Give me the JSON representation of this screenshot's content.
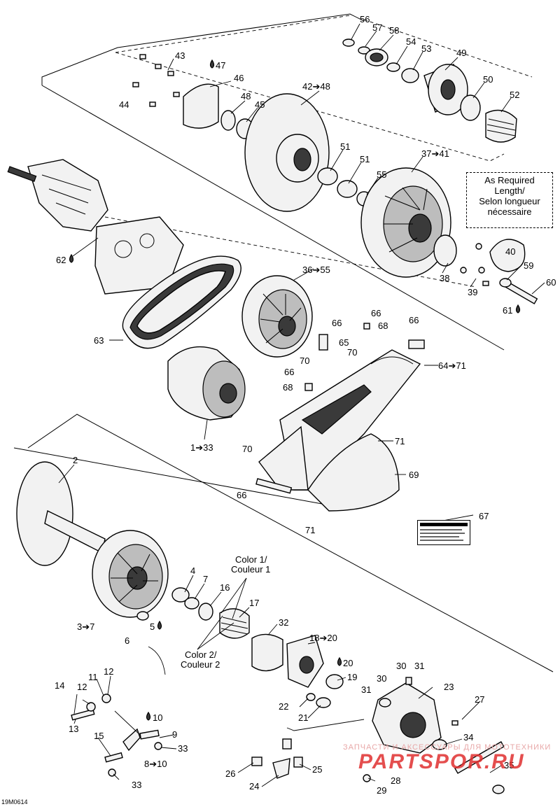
{
  "diagram": {
    "code": "19M0614",
    "note": [
      "As Required",
      "Length/",
      "Selon longueur",
      "nécessaire"
    ],
    "color1": [
      "Color 1/",
      "Couleur 1"
    ],
    "color2": [
      "Color 2/",
      "Couleur 2"
    ],
    "watermark_top": "ЗАПЧАСТИ И АКСЕССУАРЫ ДЛЯ МОТОТЕХНИКИ",
    "watermark_logo": "PARTSPOR.RU",
    "labels": {
      "l56": "56",
      "l57": "57",
      "l58": "58",
      "l54": "54",
      "l53": "53",
      "l49": "49",
      "l50": "50",
      "l52": "52",
      "l43": "43",
      "l47": "47",
      "l46": "46",
      "l44": "44",
      "l48": "48",
      "l45": "45",
      "l42": "42➔48",
      "l51a": "51",
      "l51b": "51",
      "l55": "55",
      "l37": "37➔41",
      "l41": "41",
      "l40": "40",
      "l59": "59",
      "l60": "60",
      "l38": "38",
      "l39": "39",
      "l61": "61",
      "l62": "62",
      "l36": "36➔55",
      "l63": "63",
      "l66a": "66",
      "l66b": "66",
      "l66c": "66",
      "l68a": "68",
      "l65": "65",
      "l70a": "70",
      "l70b": "70",
      "l64": "64➔71",
      "l66d": "66",
      "l68b": "68",
      "l1": "1➔33",
      "l70c": "70",
      "l71a": "71",
      "l69": "69",
      "l66e": "66",
      "l71b": "71",
      "l67": "67",
      "l2": "2",
      "l4": "4",
      "l7": "7",
      "l16": "16",
      "l17": "17",
      "l3": "3➔7",
      "l5": "5",
      "l6": "6",
      "l32": "32",
      "l18": "18➔20",
      "l20": "20",
      "l19": "19",
      "l30a": "30",
      "l31a": "31",
      "l23": "23",
      "l30b": "30",
      "l31b": "31",
      "l22": "22",
      "l21": "21",
      "l27": "27",
      "l14": "14",
      "l11": "11",
      "l12a": "12",
      "l12b": "12",
      "l13": "13",
      "l10": "10",
      "l9": "9",
      "l15": "15",
      "l33a": "33",
      "l8": "8➔10",
      "l33b": "33",
      "l34": "34",
      "l26": "26",
      "l25": "25",
      "l35": "35",
      "l24": "24",
      "l28": "28",
      "l29": "29"
    }
  }
}
